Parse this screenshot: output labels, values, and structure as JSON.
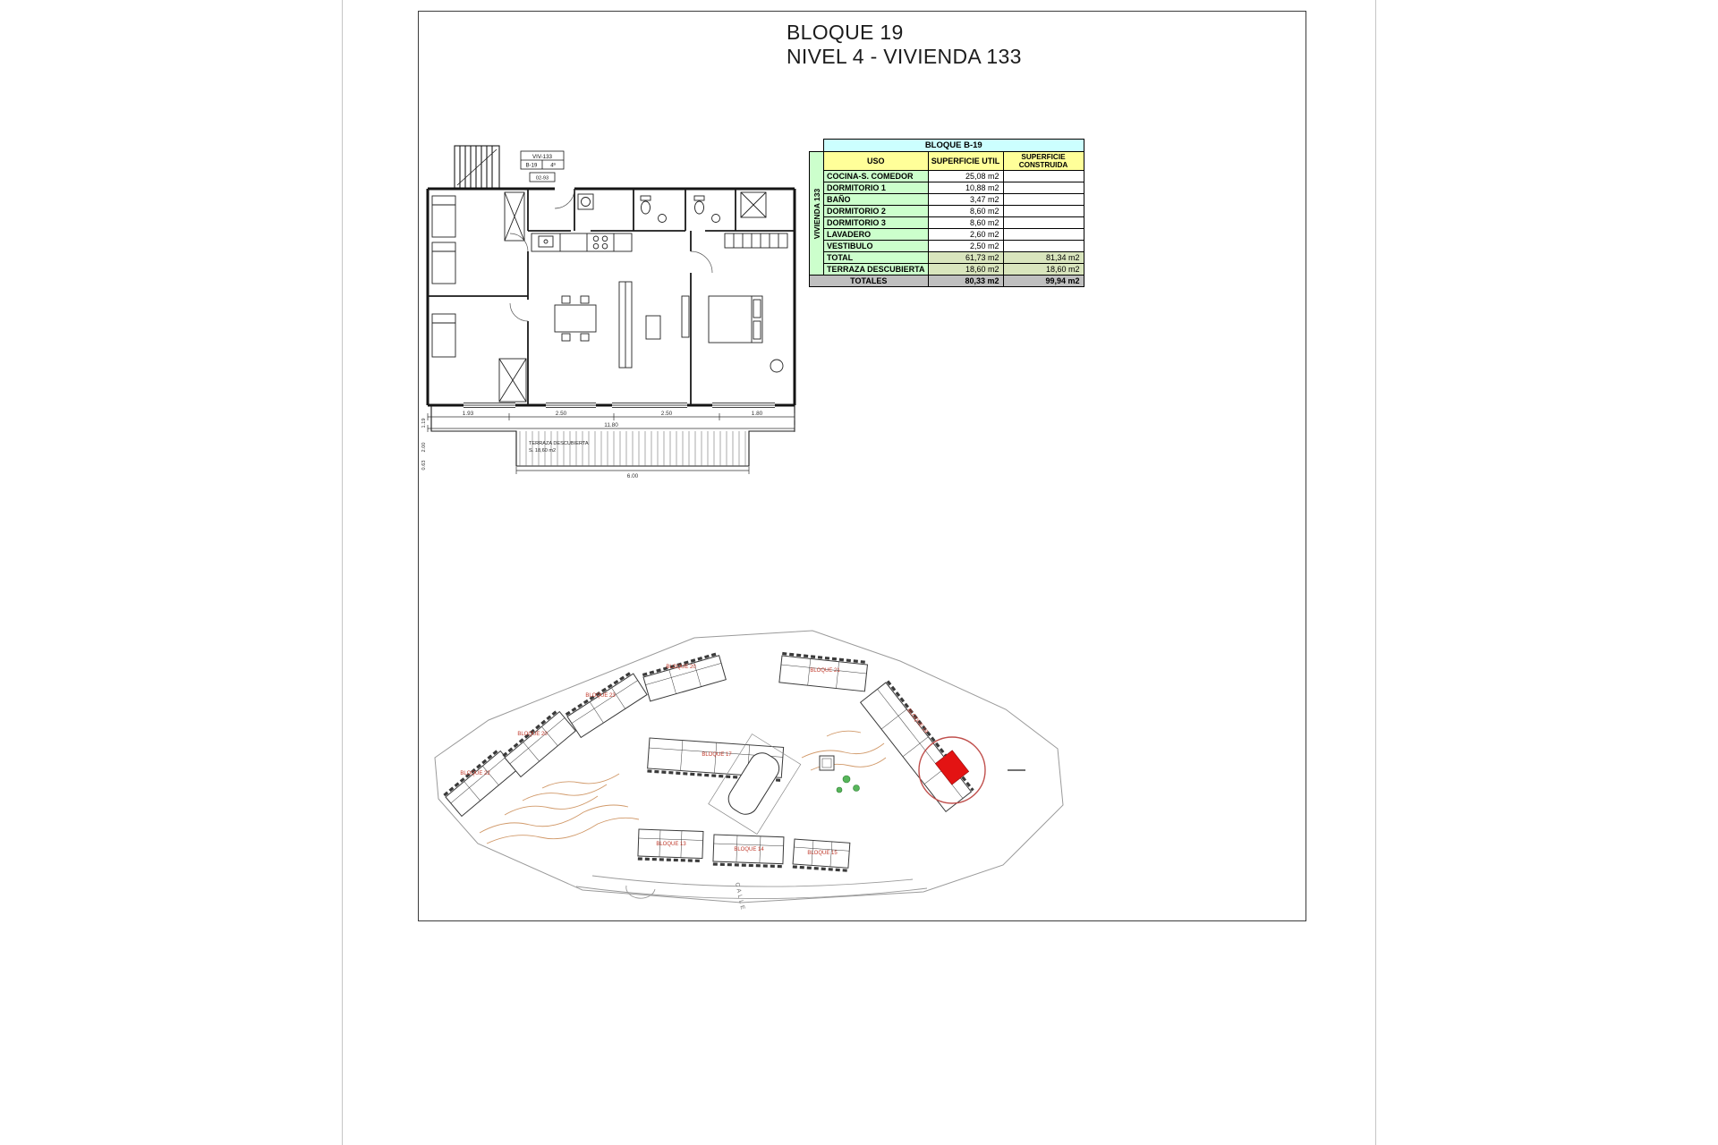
{
  "sheet": {
    "title_line1": "BLOQUE 19",
    "title_line2": "NIVEL 4 - VIVIENDA 133"
  },
  "areas_table": {
    "block_header": "BLOQUE B-19",
    "vertical_label": "VIVIENDA 133",
    "col_uso": "USO",
    "col_util": "SUPERFICIE UTIL",
    "col_construida": "SUPERFICIE CONSTRUIDA",
    "rows": [
      {
        "uso": "COCINA-S. COMEDOR",
        "util": "25,08 m2"
      },
      {
        "uso": "DORMITORIO 1",
        "util": "10,88 m2"
      },
      {
        "uso": "BAÑO",
        "util": "3,47 m2"
      },
      {
        "uso": "DORMITORIO 2",
        "util": "8,60 m2"
      },
      {
        "uso": "DORMITORIO 3",
        "util": "8,60 m2"
      },
      {
        "uso": "LAVADERO",
        "util": "2,60 m2"
      },
      {
        "uso": "VESTIBULO",
        "util": "2,50 m2"
      }
    ],
    "total_row": {
      "label": "TOTAL",
      "util": "61,73 m2",
      "construida": "81,34 m2"
    },
    "terraza_row": {
      "label": "TERRAZA DESCUBIERTA",
      "util": "18,60 m2",
      "construida": "18,60 m2"
    },
    "totales_row": {
      "label": "TOTALES",
      "util": "80,33 m2",
      "construida": "99,94 m2"
    }
  },
  "floor_plan": {
    "unit_tag": {
      "line1": "VIV-133",
      "cell1": "B-19",
      "cell2": "4ª",
      "sub": "02-93"
    },
    "terrace": {
      "name": "TERRAZA DESCUBIERTA",
      "area": "S. 18,60 m2"
    },
    "dims": {
      "b1": "1.93",
      "b2": "2.50",
      "b3": "2.50",
      "b4": "1.80",
      "bottom_total": "11.80",
      "terrace_width": "6.00",
      "v1": "1.19",
      "v2": "2.00",
      "v3": "0.63"
    }
  },
  "site_plan": {
    "street_label": "CALLE",
    "blocks": [
      {
        "label": "BLOQUE 22"
      },
      {
        "label": "BLOQUE 20"
      },
      {
        "label": "BLOQUE 23"
      },
      {
        "label": "BLOQUE 20"
      },
      {
        "label": "BLOQUE 21"
      },
      {
        "label": "BLOQUE 17"
      },
      {
        "label": "BLOQUE 19"
      },
      {
        "label": "BLOQUE 13"
      },
      {
        "label": "BLOQUE 14"
      },
      {
        "label": "BLOQUE 15"
      }
    ],
    "colors": {
      "label_red": "#c0392b",
      "highlight_red": "#e31313",
      "contour_orange": "#c98850",
      "tree_green": "#57b65b"
    }
  }
}
